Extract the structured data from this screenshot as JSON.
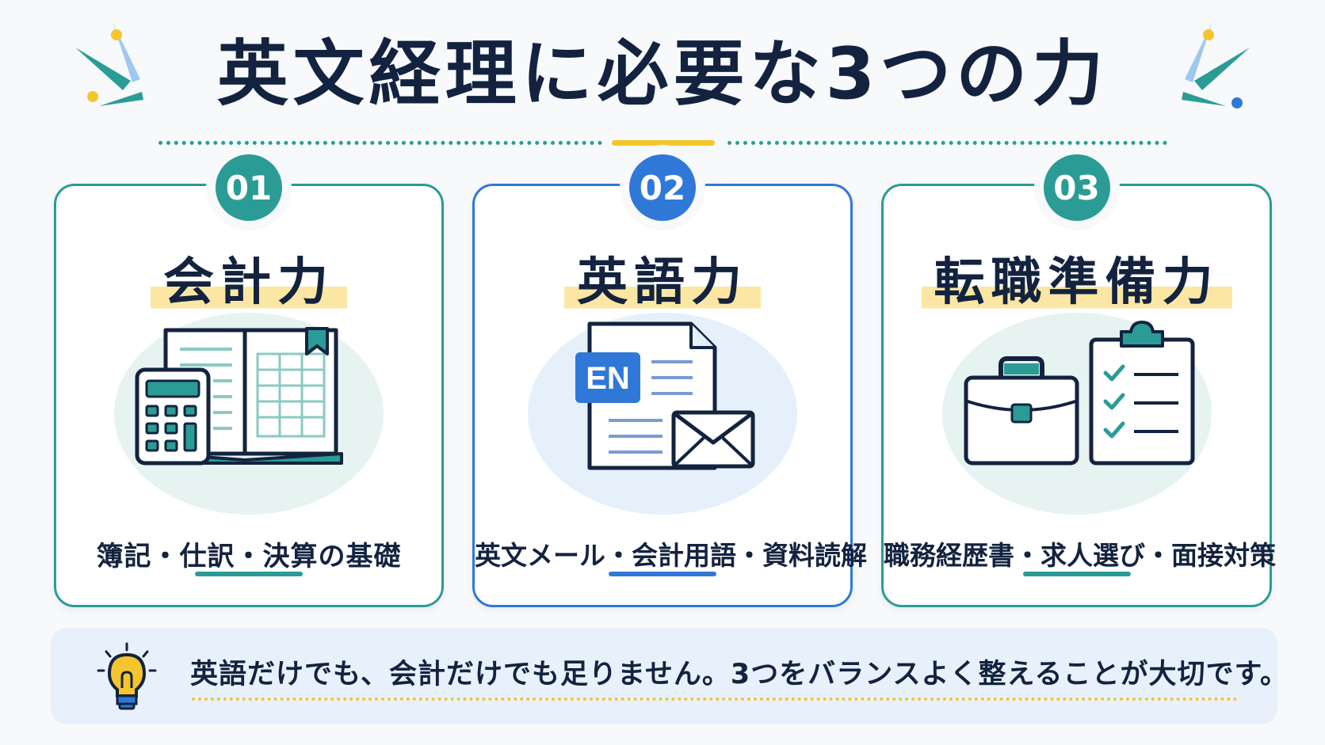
{
  "title": "英文経理に必要な3つの力",
  "colors": {
    "teal": "#2a9c95",
    "blue": "#2f78d8",
    "yellow": "#f5c52e",
    "navy": "#13233f",
    "highlight": "#fbe7a3"
  },
  "cards": [
    {
      "number": "01",
      "title": "会計力",
      "icon": "calculator-and-ledger-icon",
      "description": "簿記・仕訳・決算の基礎"
    },
    {
      "number": "02",
      "title": "英語力",
      "icon": "english-document-and-mail-icon",
      "badge": "EN",
      "description": "英文メール・会計用語・資料読解"
    },
    {
      "number": "03",
      "title": "転職準備力",
      "icon": "briefcase-and-checklist-icon",
      "description": "職務経歴書・求人選び・面接対策"
    }
  ],
  "tip": {
    "icon": "lightbulb-icon",
    "text": "英語だけでも、会計だけでも足りません。3つをバランスよく整えることが大切です。"
  }
}
